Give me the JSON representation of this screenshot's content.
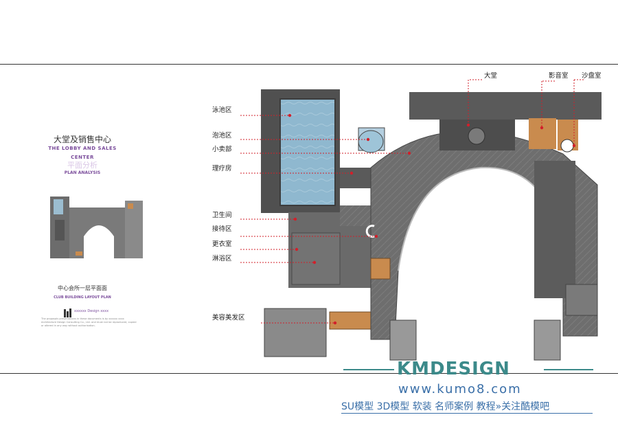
{
  "panel": {
    "title_cn": "大堂及销售中心",
    "title_en_1": "THE LOBBY  AND   SALES",
    "title_en_2": "CENTER",
    "title_cn_2": "平面分析",
    "title_en_3": "PLAN ANALYSIS",
    "subtitle_cn": "中心会所一层平面面",
    "subtitle_en": "CLUB BUILDING LAYOUT PLAN",
    "logo_text": "xxxxxx Design xxxx",
    "fine_print": "The proposals presentations in these documents is by xxxxxx xxxx Architecture Design Consulting Co., Ltd. and must not be reproduced, copied or altered in any way without authorisation."
  },
  "labels": {
    "swimming_pool": "泳池区",
    "spa_pool": "泡池区",
    "kiosk": "小卖部",
    "therapy_room": "理疗房",
    "restroom": "卫生间",
    "reception": "接待区",
    "locker_room": "更衣室",
    "shower": "淋浴区",
    "beauty_salon": "美容美发区",
    "lobby": "大堂",
    "av_room": "影音室",
    "sand_table_room": "沙盘室"
  },
  "watermark": {
    "brand": "KMDESIGN",
    "url": "www.kumo8.com",
    "tagline": "SU模型 3D模型 软装 名师案例 教程»关注酷模吧"
  },
  "colors": {
    "accent_purple": "#7a4c9b",
    "pointer_red": "#d21f2a",
    "watermark_teal": "#3c8a8a",
    "watermark_blue": "#3a6fa8",
    "floor_gray": "#6e6e6e",
    "pool_blue": "#8fb8cf",
    "wood": "#c98b4e"
  }
}
